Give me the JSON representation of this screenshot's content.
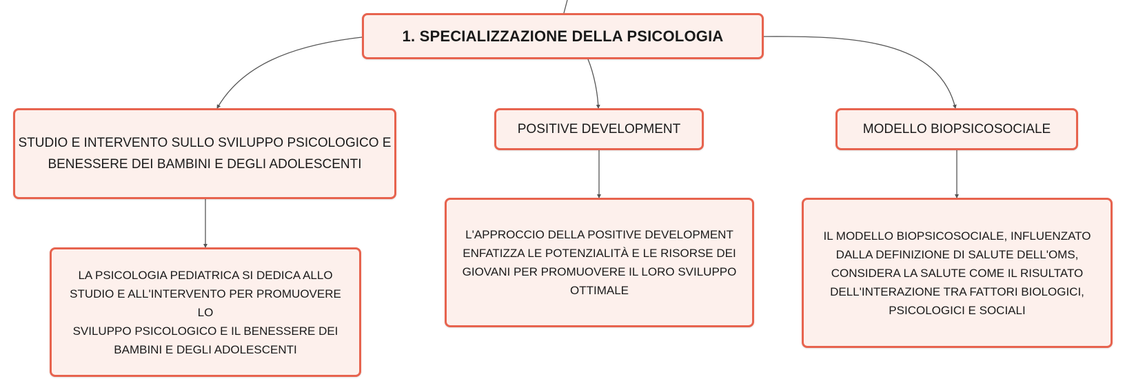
{
  "colors": {
    "node_fill": "#fdf0ec",
    "node_border": "#e7634e",
    "connector": "#555555",
    "text": "#1a1a1a"
  },
  "nodes": {
    "root": {
      "text": "1. SPECIALIZZAZIONE DELLA PSICOLOGIA"
    },
    "studio": {
      "lines": [
        "STUDIO E INTERVENTO SULLO SVILUPPO PSICOLOGICO E",
        "BENESSERE DEI BAMBINI E DEGLI ADOLESCENTI"
      ]
    },
    "positive": {
      "text": "POSITIVE DEVELOPMENT"
    },
    "modello": {
      "text": "MODELLO BIOPSICOSOCIALE"
    },
    "pediatrica": {
      "lines": [
        "LA PSICOLOGIA PEDIATRICA SI DEDICA ALLO",
        "STUDIO E ALL'INTERVENTO PER PROMUOVERE LO",
        "SVILUPPO PSICOLOGICO E IL BENESSERE DEI",
        "BAMBINI E DEGLI ADOLESCENTI"
      ]
    },
    "approccio": {
      "lines": [
        "L'APPROCCIO DELLA POSITIVE DEVELOPMENT",
        "ENFATIZZA LE POTENZIALITÀ E LE RISORSE DEI",
        "GIOVANI PER PROMUOVERE IL LORO SVILUPPO",
        "OTTIMALE"
      ]
    },
    "biopsico": {
      "lines": [
        "IL MODELLO BIOPSICOSOCIALE, INFLUENZATO",
        "DALLA DEFINIZIONE DI SALUTE DELL'OMS,",
        "CONSIDERA LA SALUTE COME IL RISULTATO",
        "DELL'INTERAZIONE TRA FATTORI BIOLOGICI,",
        "PSICOLOGICI E SOCIALI"
      ]
    }
  }
}
